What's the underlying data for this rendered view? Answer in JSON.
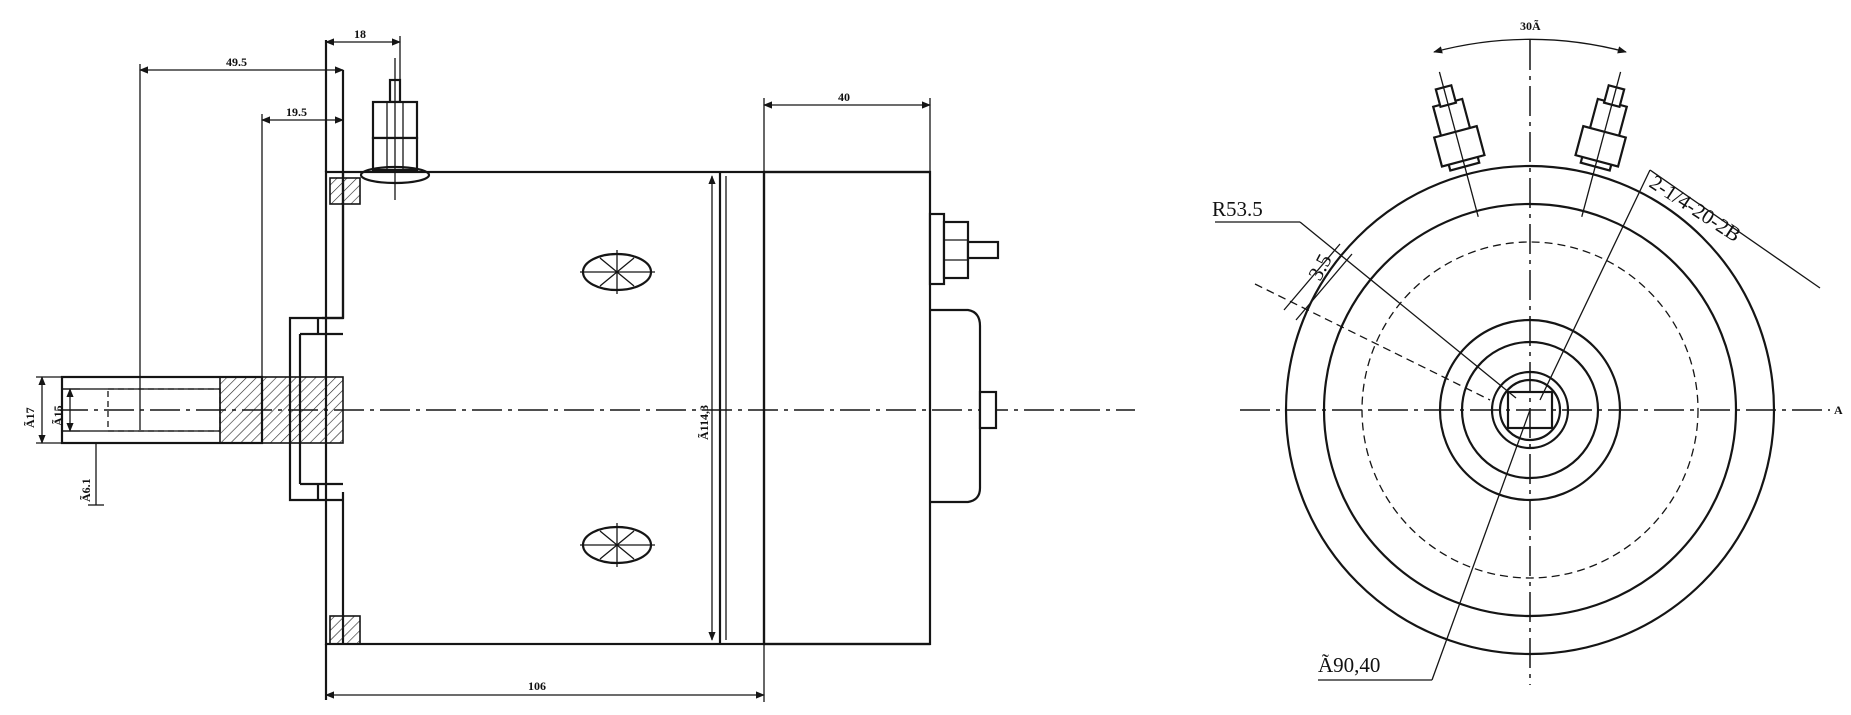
{
  "side_view": {
    "dim_18": "18",
    "dim_49_5": "49.5",
    "dim_19_5": "19.5",
    "dim_40": "40",
    "dim_106": "106",
    "dim_body_dia": "Ã114,3",
    "dim_shaft_17": "Ã17",
    "dim_shaft_15": "Ã15",
    "dim_shaft_6_1": "Ã6.1"
  },
  "end_view": {
    "dim_angle": "30Ã",
    "label_radius": "R53.5",
    "label_3_5": "3.5",
    "label_thread": "2-1/4-20-2B",
    "label_pcd": "Ã90,40",
    "label_axis": "A"
  }
}
